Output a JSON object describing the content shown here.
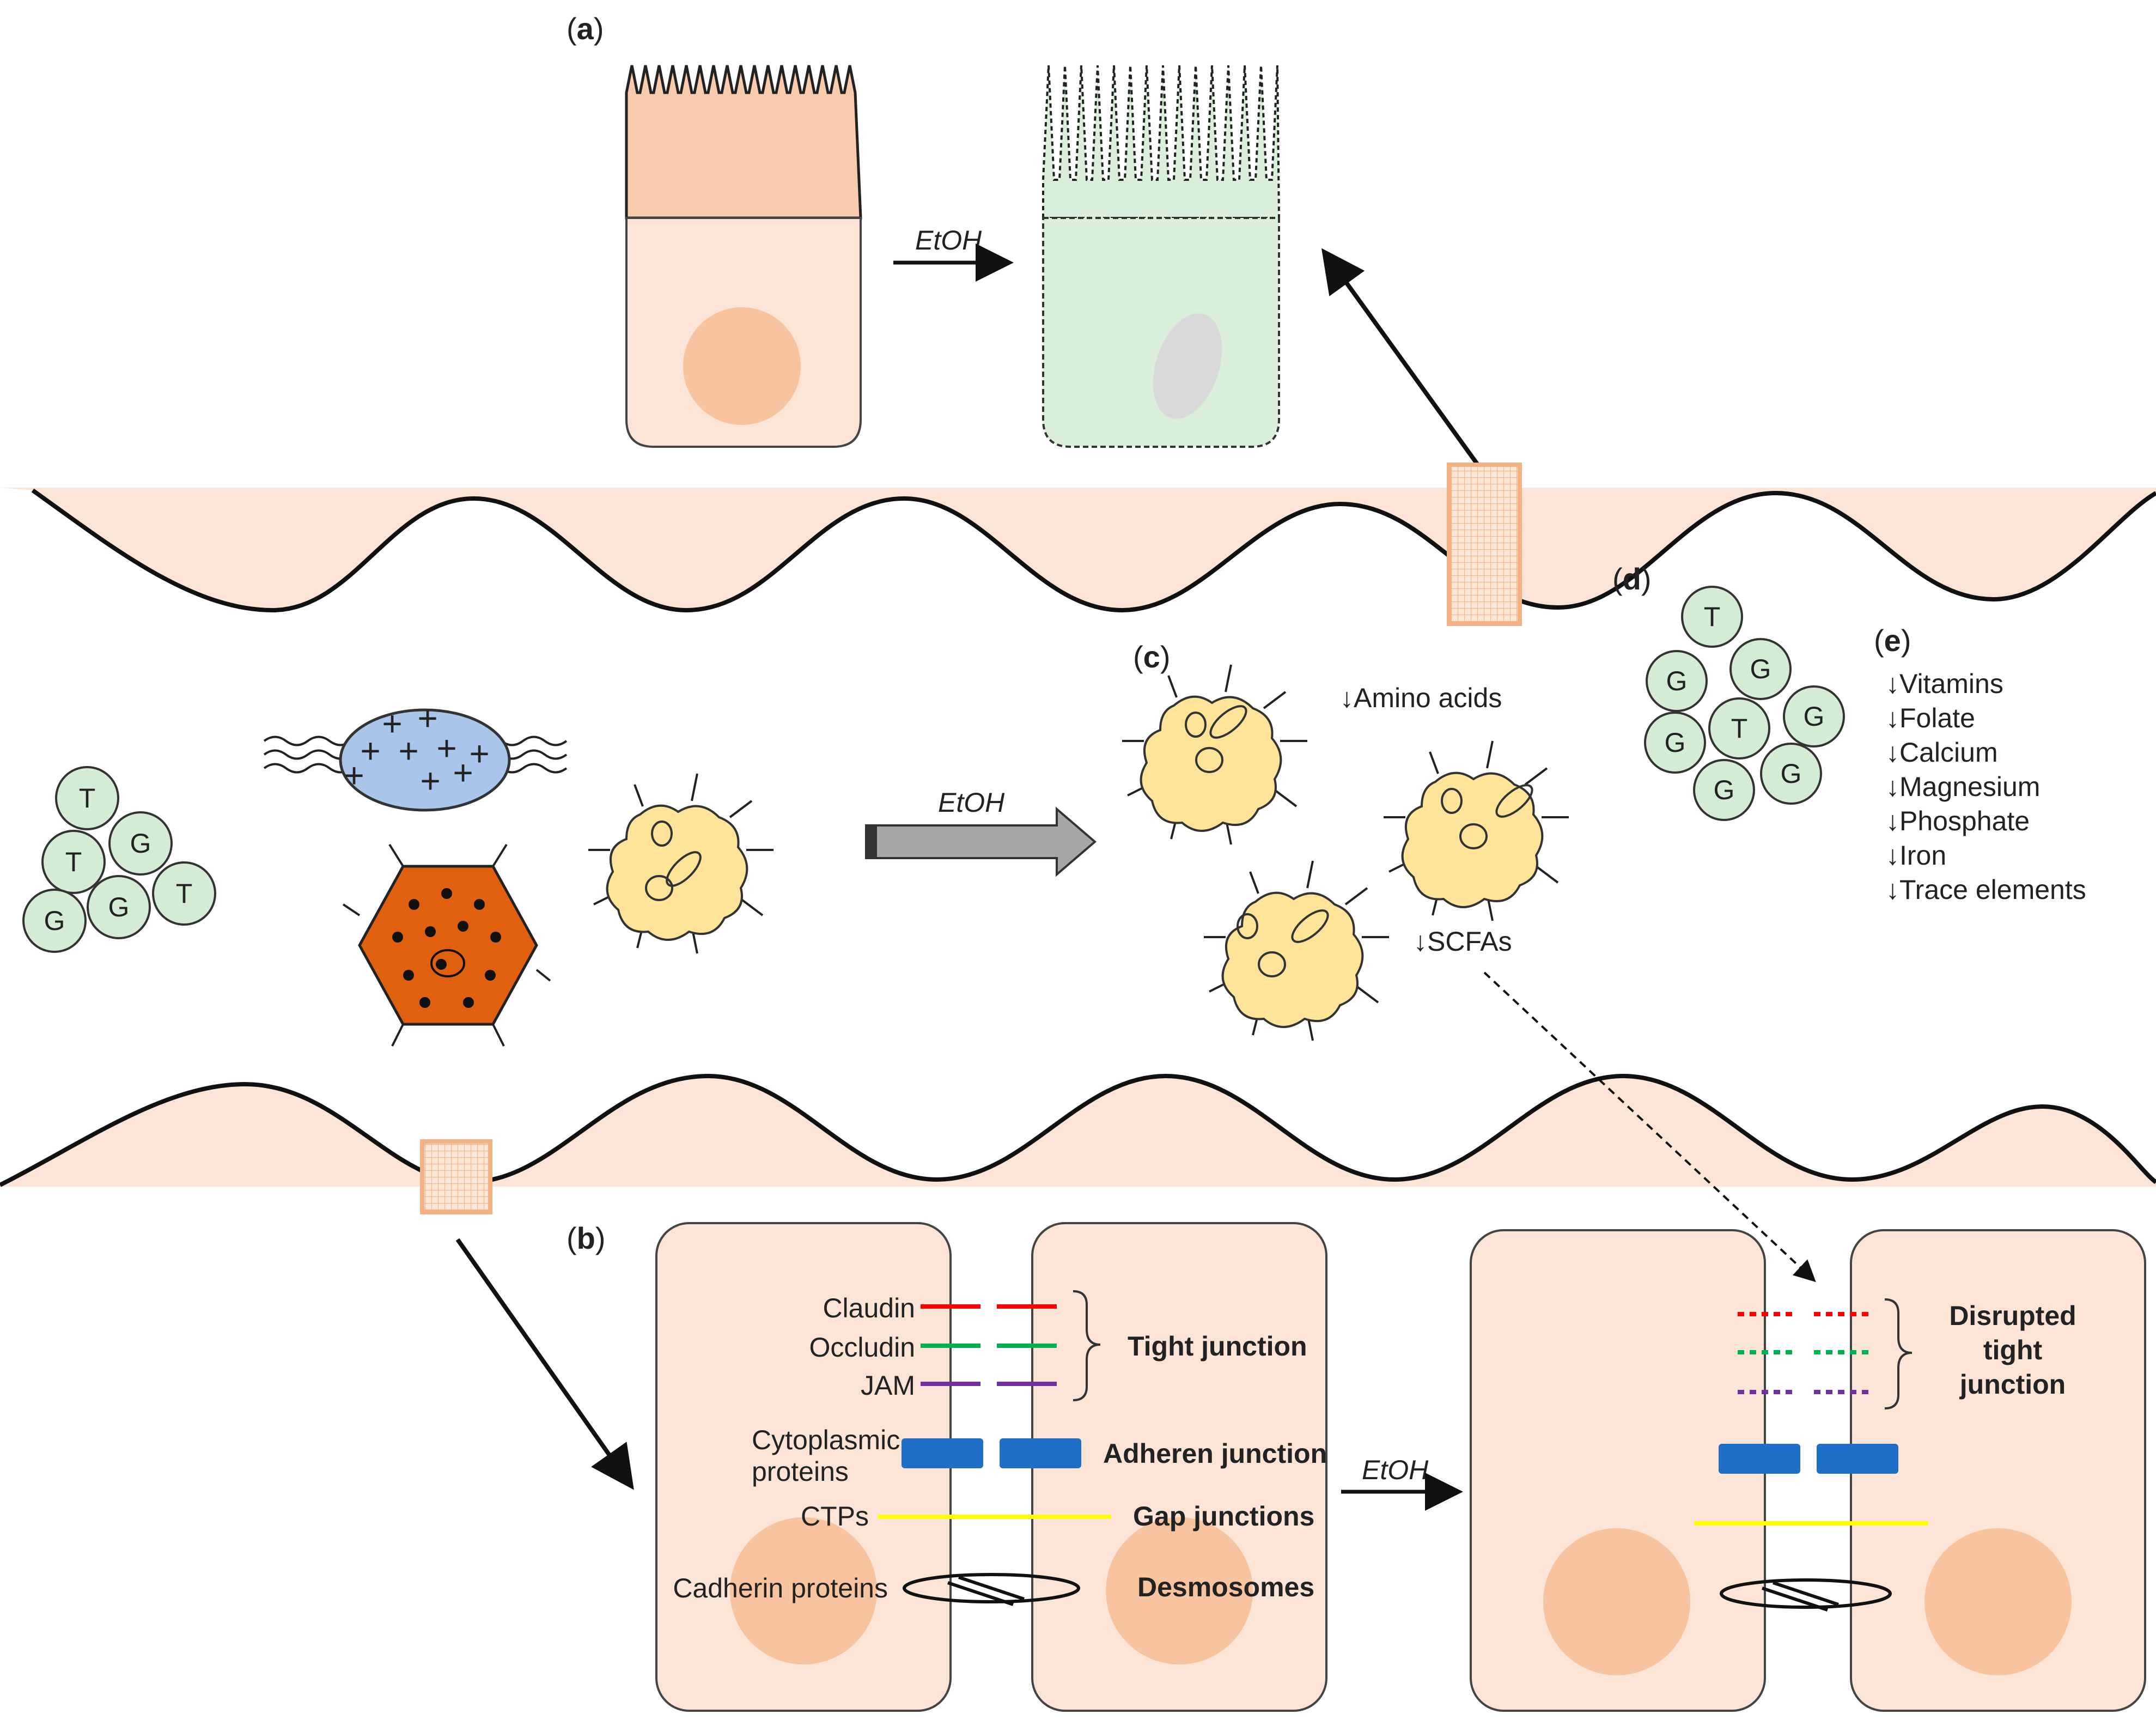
{
  "colors": {
    "background": "#ffffff",
    "tissue_fill": "#fce4d6",
    "cell_fill": "#fce4d6",
    "cell_outline": "#444444",
    "nucleus": "#f8c4a0",
    "microvilli_healthy": "#f8cbad",
    "damaged_cell": "#d9efd9",
    "damaged_nucleus": "#d9d9d9",
    "mesh_outline": "#f4b183",
    "bacteria_green": "#d5ecd4",
    "bacteria_blue": "#a9c5ea",
    "bacteria_orange": "#e06010",
    "yeast_yellow": "#fde499",
    "arrow_gray": "#a6a6a6",
    "claudin": "#ff0000",
    "occludin": "#00b050",
    "jam": "#7030a0",
    "adherens": "#1f6fc6",
    "gap": "#ffff00"
  },
  "panels": {
    "a": "a",
    "b": "b",
    "c": "c",
    "d": "d",
    "e": "e"
  },
  "panel_a": {
    "etoh": "EtOH"
  },
  "middle": {
    "etoh": "EtOH",
    "left_cluster": [
      "T",
      "T",
      "G",
      "G",
      "G",
      "T"
    ],
    "plus_sign": "+",
    "icons": [
      "microvilli-cell-icon",
      "damaged-cell-icon",
      "green-bacteria-cluster-icon",
      "blue-bacterium-icon",
      "orange-hexagon-microbe-icon",
      "yeast-cell-icon",
      "gray-block-arrow-icon",
      "dashed-arrow-icon"
    ]
  },
  "panel_c": {
    "amino_acids": "↓Amino acids",
    "scfas": "↓SCFAs"
  },
  "panel_d": {
    "cluster": [
      "T",
      "G",
      "G",
      "G",
      "T",
      "G",
      "G",
      "G"
    ]
  },
  "panel_e": {
    "items": [
      "↓Vitamins",
      "↓Folate",
      "↓Calcium",
      "↓Magnesium",
      "↓Phosphate",
      "↓Iron",
      "↓Trace elements"
    ]
  },
  "panel_b": {
    "etoh": "EtOH",
    "claudin": "Claudin",
    "occludin": "Occludin",
    "jam": "JAM",
    "cytoplasmic_line1": "Cytoplasmic",
    "cytoplasmic_line2": "proteins",
    "ctps": "CTPs",
    "cadherin": "Cadherin proteins",
    "tight_junction": "Tight junction",
    "adheren_junction": "Adheren junction",
    "gap_junctions": "Gap junctions",
    "desmosomes": "Desmosomes",
    "disrupted_line1": "Disrupted",
    "disrupted_line2": "tight",
    "disrupted_line3": "junction"
  }
}
